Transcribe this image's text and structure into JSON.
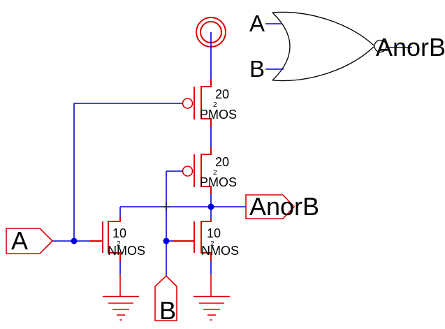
{
  "colors": {
    "wire": "#0000dd",
    "component": "#dd0000",
    "symbol": "#000000",
    "text": "#000000",
    "background": "#ffffff"
  },
  "nor_gate_symbol": {
    "input_a_label": "A",
    "input_b_label": "B",
    "output_label": "AnorB"
  },
  "pins": {
    "input_a": "A",
    "input_b": "B",
    "output": "AnorB"
  },
  "transistors": {
    "pmos_top": {
      "width": "20",
      "length": "2",
      "model": "PMOS"
    },
    "pmos_bottom": {
      "width": "20",
      "length": "2",
      "model": "PMOS"
    },
    "nmos_left": {
      "width": "10",
      "length": "2",
      "model": "NMOS"
    },
    "nmos_right": {
      "width": "10",
      "length": "2",
      "model": "NMOS"
    }
  }
}
